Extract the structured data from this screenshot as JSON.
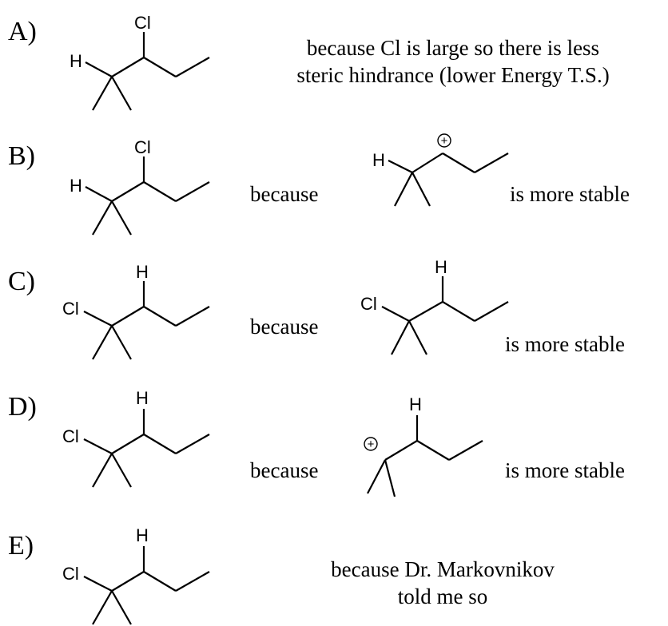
{
  "options": [
    {
      "letter": "A)",
      "molecule": {
        "cl": "Cl",
        "h": "H"
      },
      "explanation": [
        "because Cl is large so there is less",
        "steric hindrance (lower Energy T.S.)"
      ]
    },
    {
      "letter": "B)",
      "molecule": {
        "cl": "Cl",
        "h": "H"
      },
      "because": "because",
      "intermediate": {
        "h": "H",
        "charge": "+"
      },
      "conclusion": "is more stable"
    },
    {
      "letter": "C)",
      "molecule": {
        "cl": "Cl",
        "h": "H"
      },
      "because": "because",
      "intermediate": {
        "cl": "Cl",
        "h": "H"
      },
      "conclusion": "is more stable"
    },
    {
      "letter": "D)",
      "molecule": {
        "cl": "Cl",
        "h": "H"
      },
      "because": "because",
      "intermediate": {
        "h": "H",
        "charge": "+"
      },
      "conclusion": "is more stable"
    },
    {
      "letter": "E)",
      "molecule": {
        "cl": "Cl",
        "h": "H"
      },
      "explanation": [
        "because Dr. Markovnikov",
        "told me so"
      ]
    }
  ]
}
